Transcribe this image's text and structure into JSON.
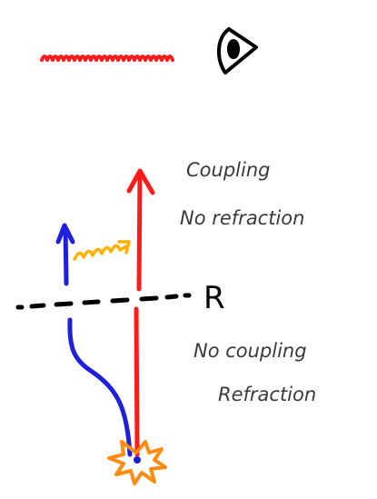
{
  "labels": {
    "coupling": "Coupling",
    "no_refraction": "No refraction",
    "radius": "R",
    "no_coupling": "No coupling",
    "refraction": "Refraction"
  },
  "icons": {
    "wave": "red-wavy-line-icon",
    "eye": "eye-icon",
    "source": "star-burst-source-icon",
    "photon": "photon-squiggle-icon"
  },
  "colors": {
    "red": "#ff1a1a",
    "blue": "#1f1fe0",
    "orange": "#ff8c10",
    "yellow": "#ffb000",
    "ink": "#000000",
    "text": "#3a3a3a"
  }
}
